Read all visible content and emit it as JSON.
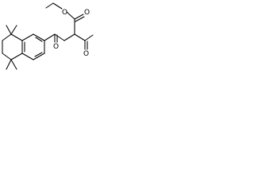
{
  "structure": {
    "atom_labels": {
      "ester_o_double": "O",
      "ester_o_single": "O",
      "acetyl_o": "O",
      "ketone_o": "O"
    },
    "colors": {
      "background": "#ffffff",
      "ink": "#000000"
    }
  }
}
